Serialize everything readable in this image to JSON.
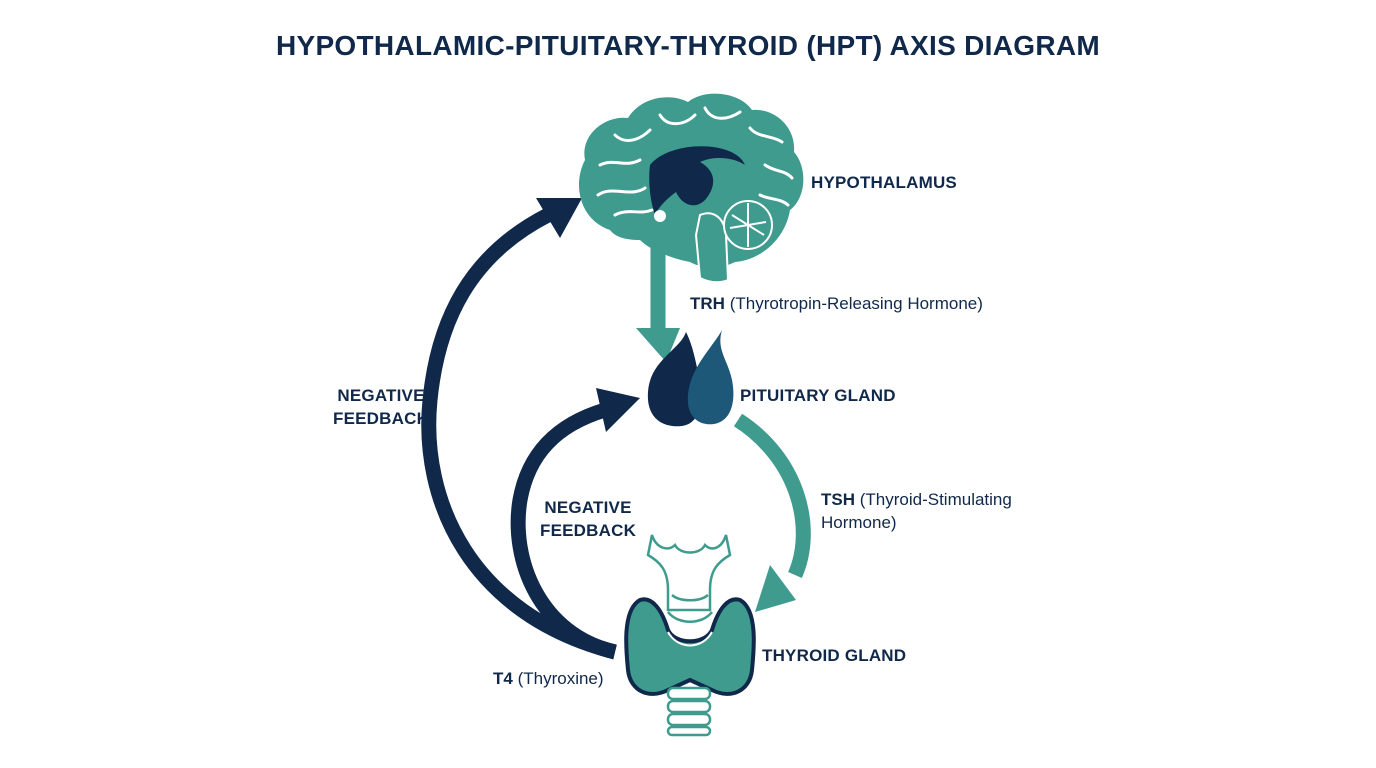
{
  "title": "HYPOTHALAMIC-PITUITARY-THYROID (HPT) AXIS DIAGRAM",
  "colors": {
    "navy": "#10284a",
    "teal": "#3e9b8d",
    "blue": "#1d5878"
  },
  "organs": {
    "hypothalamus": "HYPOTHALAMUS",
    "pituitary": "PITUITARY GLAND",
    "thyroid": "THYROID GLAND"
  },
  "hormones": {
    "trh": {
      "abbr": "TRH",
      "name": "(Thyrotropin-Releasing Hormone)"
    },
    "tsh": {
      "abbr": "TSH",
      "name_line1": "(Thyroid-Stimulating",
      "name_line2": "Hormone)"
    },
    "t4": {
      "abbr": "T4",
      "name": "(Thyroxine)"
    }
  },
  "feedback": {
    "outer": {
      "line1": "NEGATIVE",
      "line2": "FEEDBACK"
    },
    "inner": {
      "line1": "NEGATIVE",
      "line2": "FEEDBACK"
    }
  },
  "icons": [
    "brain-icon",
    "pituitary-icon",
    "thyroid-icon",
    "larynx-icon",
    "trachea-icon"
  ]
}
